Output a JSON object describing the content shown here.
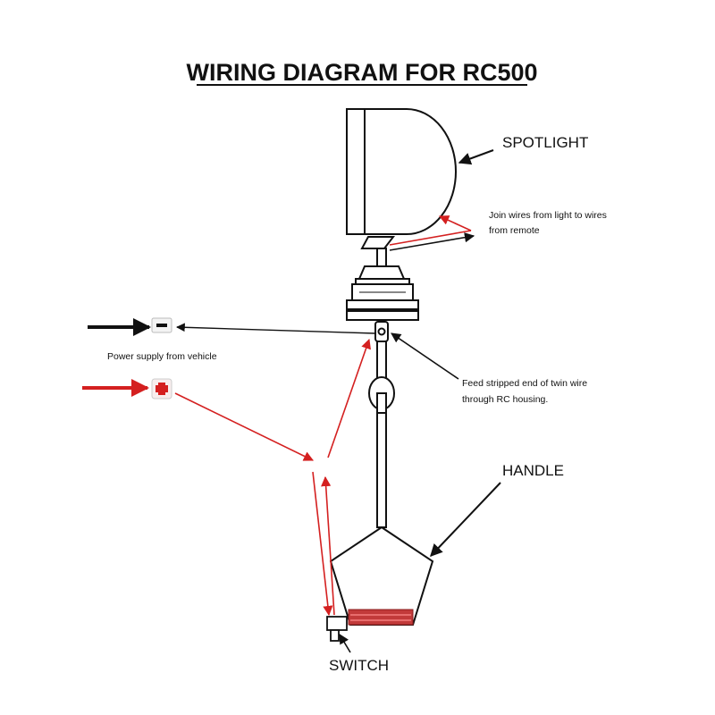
{
  "title": "WIRING DIAGRAM FOR RC500",
  "labels": {
    "spotlight": "SPOTLIGHT",
    "join_wires_line1": "Join wires from light to wires",
    "join_wires_line2": "from remote",
    "power_supply": "Power supply from vehicle",
    "feed_line1": "Feed stripped end of twin wire",
    "feed_line2": "through RC housing.",
    "handle": "HANDLE",
    "switch": "SWITCH"
  },
  "terminals": {
    "negative": "−",
    "positive": "+"
  },
  "colors": {
    "positive_wire": "#d42020",
    "negative_wire": "#111111",
    "handle_grip": "#c23a3a",
    "outline": "#111111"
  }
}
